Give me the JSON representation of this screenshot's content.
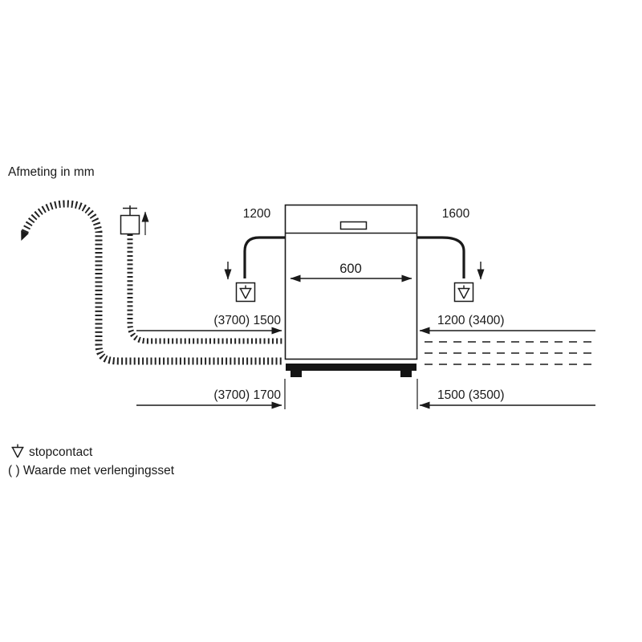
{
  "title": "Afmeting in mm",
  "dimensions": {
    "appliance_width": "600",
    "power_cord_left": "1200",
    "power_cord_right": "1600",
    "inlet_hose_left": "(3700) 1500",
    "drain_hose_right": "1200 (3400)",
    "drain_hose_left": "(3700) 1700",
    "inlet_hose_right": "1500 (3500)"
  },
  "legend": {
    "socket": "stopcontact",
    "extension_note": "( ) Waarde met verlengingsset"
  },
  "icons": {
    "socket": "stopcontact-icon",
    "tap": "water-tap-icon",
    "hose_end": "drain-hose-arrow-icon"
  },
  "colors": {
    "background": "#ffffff",
    "line": "#1a1a1a",
    "text": "#1a1a1a"
  }
}
